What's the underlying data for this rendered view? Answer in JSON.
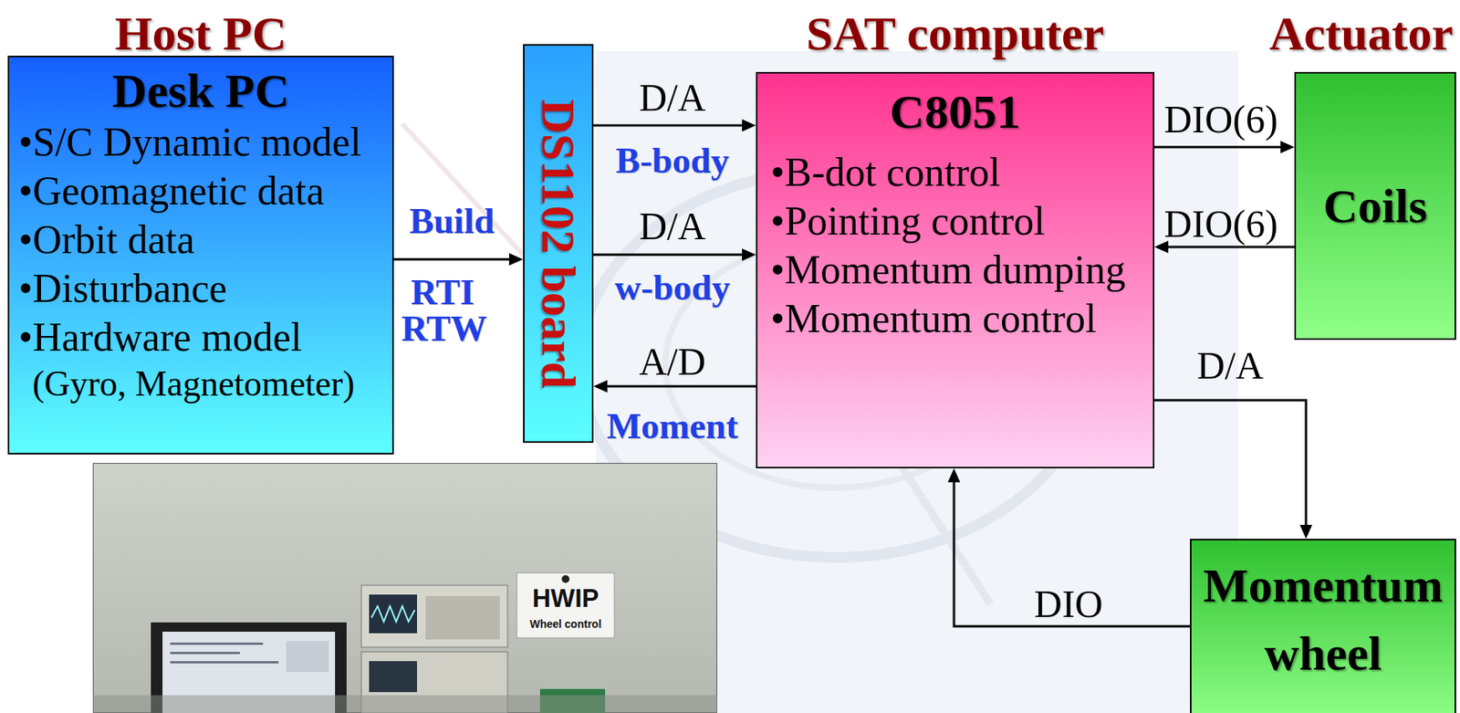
{
  "diagram": {
    "nodes": [
      {
        "text": [
          "Host PC",
          "Desk PC",
          "•S/C Dynamic model",
          "•Geomagnetic data",
          "•Orbit data",
          "•Disturbance",
          "•Hardware model",
          "(Gyro, Magnetometer)"
        ]
      },
      {
        "text": [
          "DS1102 board"
        ]
      },
      {
        "text": [
          "SAT computer",
          "C8051",
          "•B-dot control",
          "•Pointing control",
          "•Momentum dumping",
          "•Momentum control"
        ]
      },
      {
        "text": [
          "Actuator",
          "Coils"
        ]
      },
      {
        "text": [
          "Momentum wheel"
        ]
      }
    ],
    "edges": [
      {
        "from": 0,
        "to": 1,
        "arrow": "to",
        "label": "Build"
      },
      {
        "from": 1,
        "to": 2,
        "arrow": "to",
        "label": "D/A"
      },
      {
        "from": 1,
        "to": 2,
        "arrow": "to",
        "label": "D/A"
      },
      {
        "from": 2,
        "to": 1,
        "arrow": "to",
        "label": "A/D"
      },
      {
        "from": 2,
        "to": 3,
        "arrow": "to",
        "label": "DIO(6)"
      },
      {
        "from": 3,
        "to": 2,
        "arrow": "to",
        "label": "DIO(6)"
      },
      {
        "from": 2,
        "to": 4,
        "arrow": "to",
        "label": "D/A"
      },
      {
        "from": 4,
        "to": 2,
        "arrow": "to",
        "label": "DIO"
      }
    ],
    "labels": [
      "RTI",
      "RTW",
      "B-body",
      "w-body",
      "Moment",
      "HWIP",
      "Wheel control"
    ]
  }
}
